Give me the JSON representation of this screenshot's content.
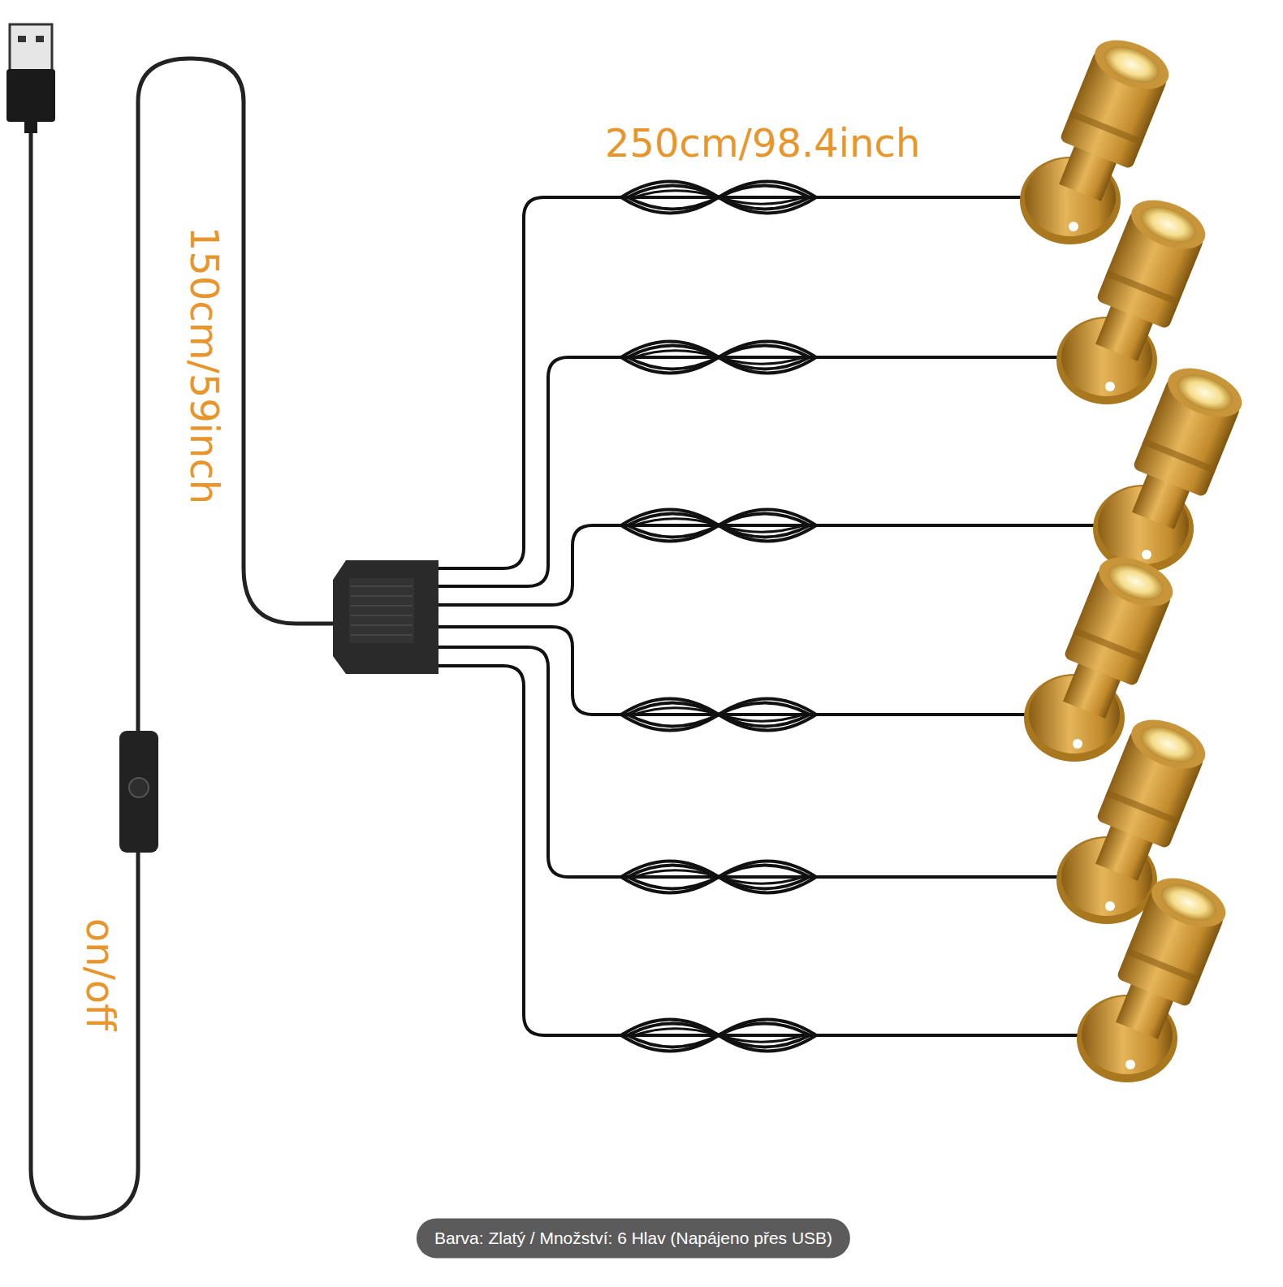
{
  "diagram": {
    "caption": "Barva: Zlatý / Množství: 6 Hlav (Napájeno přes USB)",
    "labels": [
      "250cm/98.4inch",
      "150cm/59inch",
      "on/off"
    ]
  }
}
